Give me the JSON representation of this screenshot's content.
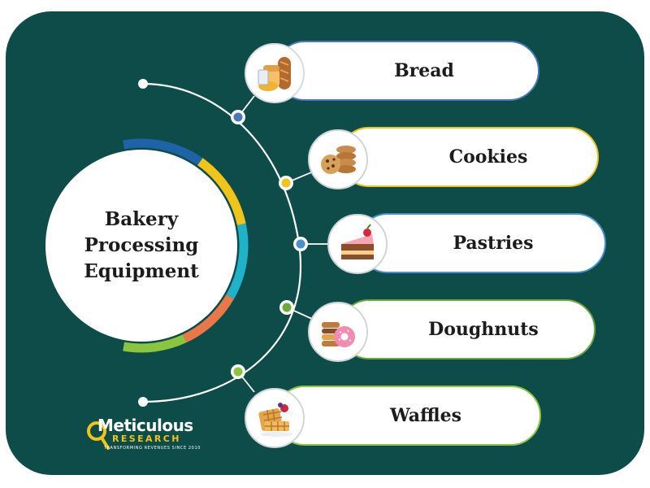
{
  "hub": {
    "title": "Bakery\nProcessing\nEquipment"
  },
  "categories": [
    {
      "label": "Bread",
      "color": "#4a79b8",
      "icon": "bread-icon"
    },
    {
      "label": "Cookies",
      "color": "#f0c419",
      "icon": "cookies-icon"
    },
    {
      "label": "Pastries",
      "color": "#4a8fd0",
      "icon": "cake-slice-icon"
    },
    {
      "label": "Doughnuts",
      "color": "#6da83a",
      "icon": "doughnuts-icon"
    },
    {
      "label": "Waffles",
      "color": "#8bc53f",
      "icon": "waffles-icon"
    }
  ],
  "ring_colors": [
    "#1e63a8",
    "#f0c419",
    "#20b2c8",
    "#e8784a",
    "#8bc53f"
  ],
  "logo": {
    "name": "Meticulous",
    "sub": "RESEARCH",
    "tagline": "TRANSFORMING REVENUES SINCE 2010",
    "accent": "#f3c315"
  }
}
